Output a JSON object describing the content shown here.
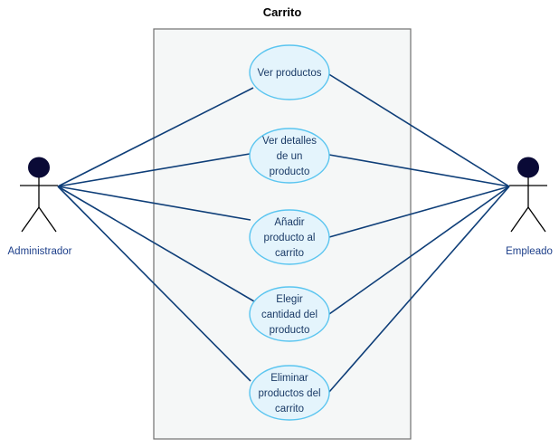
{
  "system": {
    "title": "Carrito"
  },
  "actors": [
    {
      "id": "admin",
      "label": "Administrador"
    },
    {
      "id": "emp",
      "label": "Empleado"
    }
  ],
  "use_cases": [
    {
      "id": "uc1",
      "lines": [
        "Ver productos"
      ]
    },
    {
      "id": "uc2",
      "lines": [
        "Ver detalles",
        "de un",
        "producto"
      ]
    },
    {
      "id": "uc3",
      "lines": [
        "Añadir",
        "producto al",
        "carrito"
      ]
    },
    {
      "id": "uc4",
      "lines": [
        "Elegir",
        "cantidad del",
        "producto"
      ]
    },
    {
      "id": "uc5",
      "lines": [
        "Eliminar",
        "productos del",
        "carrito"
      ]
    }
  ],
  "colors": {
    "boundary_fill": "#f5f7f7",
    "boundary_stroke": "#707070",
    "usecase_fill": "#e4f4fc",
    "usecase_stroke": "#5ac5f0",
    "association": "#0e3e78",
    "actor_head": "#0a0a36",
    "actor_label": "#1d3f8a"
  }
}
